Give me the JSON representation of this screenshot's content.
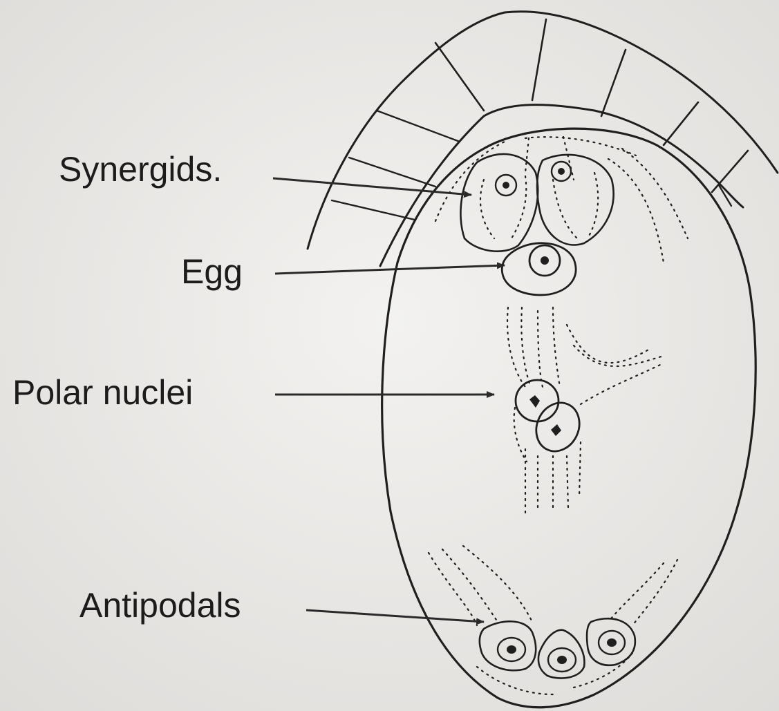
{
  "labels": {
    "synergids": "Synergids.",
    "egg": "Egg",
    "polar_nuclei": "Polar nuclei",
    "antipodals": "Antipodals"
  },
  "colors": {
    "background": "#e9e8e6",
    "ink": "#1f1f1f"
  }
}
